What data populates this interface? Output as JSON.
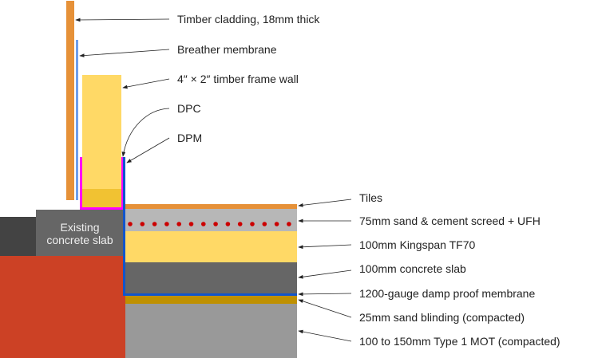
{
  "labels": {
    "cladding": "Timber cladding, 18mm thick",
    "breather": "Breather membrane",
    "frame": "4″ × 2″ timber frame wall",
    "dpc": "DPC",
    "dpm": "DPM",
    "tiles": "Tiles",
    "screed": "75mm sand & cement screed + UFH",
    "kingspan": "100mm Kingspan TF70",
    "slab": "100mm concrete slab",
    "membrane": "1200-gauge damp proof membrane",
    "blinding": "25mm sand blinding (compacted)",
    "mot": "100 to 150mm Type 1 MOT (compacted)",
    "existing_line1": "Existing",
    "existing_line2": "concrete slab"
  },
  "colors": {
    "cladding": "#E69138",
    "breather": "#6D9EEB",
    "frame": "#FFD966",
    "frame_base": "#F1C232",
    "dpc": "#FF00FF",
    "dpm": "#1155CC",
    "screed": "#B7B7B7",
    "ufh_dots": "#CC0000",
    "concrete": "#666666",
    "blinding": "#BF9000",
    "mot": "#999999",
    "brick": "#CC4125",
    "dark": "#434343"
  }
}
